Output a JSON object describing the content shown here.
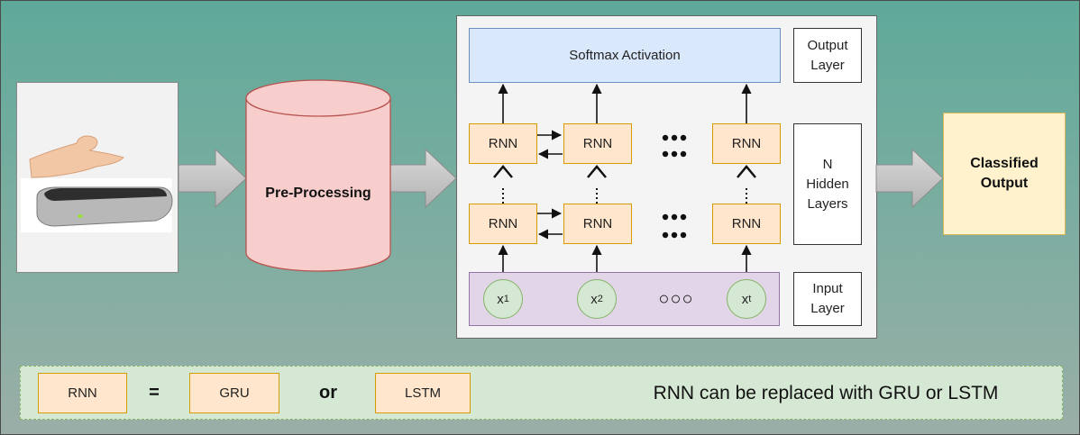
{
  "pipeline": {
    "preprocessing_label": "Pre-Processing",
    "classified_output_label": "Classified\nOutput"
  },
  "network": {
    "softmax_label": "Softmax Activation",
    "output_layer_label": "Output\nLayer",
    "hidden_layers_label": "N\nHidden\nLayers",
    "input_layer_label": "Input\nLayer",
    "rnn_cell_label": "RNN",
    "inputs": [
      {
        "base": "x",
        "sub": "1"
      },
      {
        "base": "x",
        "sub": "2"
      },
      {
        "base": "x",
        "sub": "t"
      }
    ],
    "ellipsis_symbol": "○○○"
  },
  "legend": {
    "rnn_label": "RNN",
    "equals_symbol": "=",
    "gru_label": "GRU",
    "or_label": "or",
    "lstm_label": "LSTM",
    "note": "RNN can be  replaced with GRU or LSTM"
  },
  "colors": {
    "background_top": "#5fa99a",
    "background_bottom": "#9aaea7",
    "cylinder_fill": "#f8cecc",
    "cylinder_stroke": "#b85450",
    "softmax_fill": "#dae8fc",
    "rnn_fill": "#ffe6cc",
    "input_layer_fill": "#e1d5e7",
    "node_fill": "#d5e8d4",
    "classified_fill": "#fff2cc",
    "legend_fill": "#d5e8d4"
  },
  "icons": [
    "hand-over-sensor-illustration",
    "database-cylinder-icon",
    "block-arrow-icon"
  ]
}
